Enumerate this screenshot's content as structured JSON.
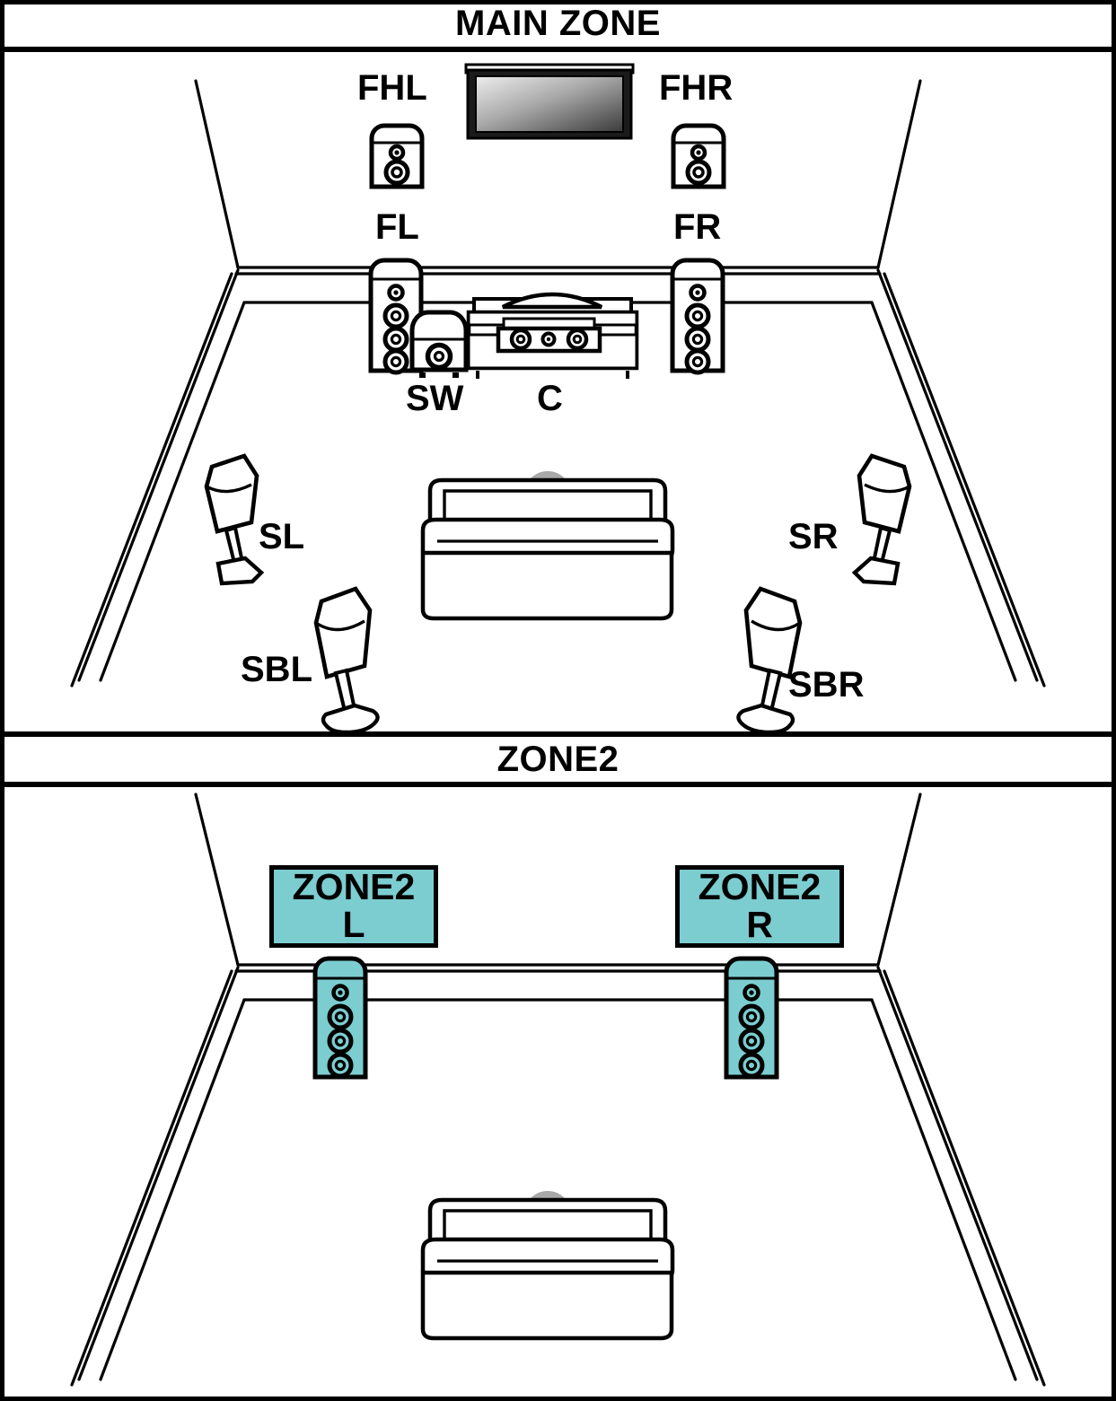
{
  "diagram": {
    "title": "Speaker layout diagram",
    "type": "speaker-placement"
  },
  "zones": {
    "main": {
      "header": "MAIN ZONE"
    },
    "zone2": {
      "header": "ZONE2"
    }
  },
  "main_zone_speakers": [
    {
      "id": "FHL",
      "label": "FHL",
      "kind": "front-height-left",
      "icon": "bookshelf-speaker"
    },
    {
      "id": "FHR",
      "label": "FHR",
      "kind": "front-height-right",
      "icon": "bookshelf-speaker"
    },
    {
      "id": "FL",
      "label": "FL",
      "kind": "front-left",
      "icon": "tower-speaker"
    },
    {
      "id": "FR",
      "label": "FR",
      "kind": "front-right",
      "icon": "tower-speaker"
    },
    {
      "id": "SW",
      "label": "SW",
      "kind": "subwoofer",
      "icon": "subwoofer"
    },
    {
      "id": "C",
      "label": "C",
      "kind": "center",
      "icon": "center-speaker"
    },
    {
      "id": "SL",
      "label": "SL",
      "kind": "surround-left",
      "icon": "stand-speaker"
    },
    {
      "id": "SR",
      "label": "SR",
      "kind": "surround-right",
      "icon": "stand-speaker"
    },
    {
      "id": "SBL",
      "label": "SBL",
      "kind": "surround-back-left",
      "icon": "stand-speaker"
    },
    {
      "id": "SBR",
      "label": "SBR",
      "kind": "surround-back-right",
      "icon": "stand-speaker"
    }
  ],
  "zone2_speakers": [
    {
      "id": "ZONE2L",
      "line1": "ZONE2",
      "line2": "L",
      "kind": "zone2-left",
      "icon": "tower-speaker"
    },
    {
      "id": "ZONE2R",
      "line1": "ZONE2",
      "line2": "R",
      "kind": "zone2-right",
      "icon": "tower-speaker"
    }
  ],
  "furniture": [
    {
      "id": "tv",
      "name": "television"
    },
    {
      "id": "tv-stand",
      "name": "tv-stand"
    },
    {
      "id": "sofa-main",
      "name": "sofa"
    },
    {
      "id": "listener-main",
      "name": "seated-listener"
    },
    {
      "id": "sofa-zone2",
      "name": "sofa"
    },
    {
      "id": "listener-zone2",
      "name": "seated-listener"
    }
  ],
  "colors": {
    "accent_teal": "#7ccdd0",
    "outline": "#000000",
    "person_grey": "#a8a8a8",
    "screen_light": "#e8e8e8",
    "screen_dark": "#3a3a3a",
    "background": "#ffffff"
  }
}
